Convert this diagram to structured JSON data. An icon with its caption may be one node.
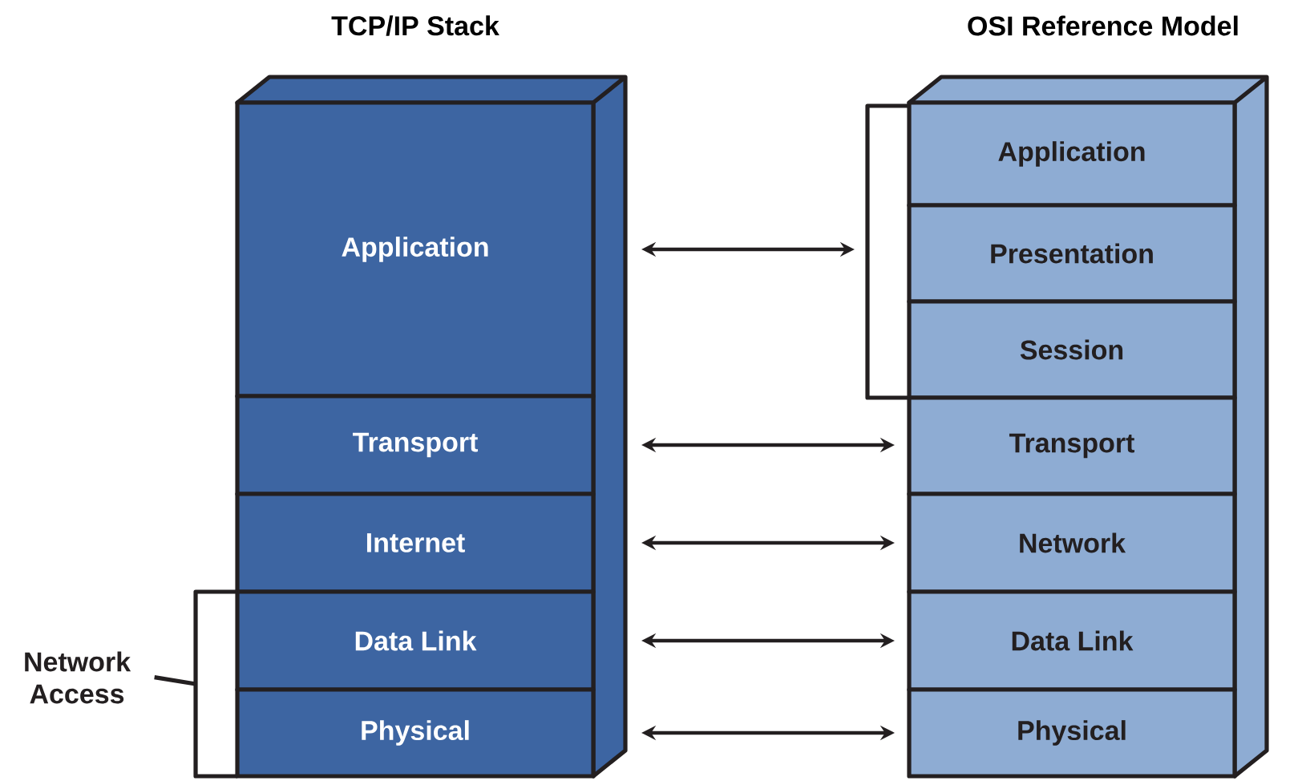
{
  "diagram": {
    "nodes": [
      {
        "text": [
          "Application"
        ]
      },
      {
        "text": [
          "Transport"
        ]
      },
      {
        "text": [
          "Internet"
        ]
      },
      {
        "text": [
          "Data Link"
        ]
      },
      {
        "text": [
          "Physical"
        ]
      },
      {
        "text": [
          "Application"
        ]
      },
      {
        "text": [
          "Presentation"
        ]
      },
      {
        "text": [
          "Session"
        ]
      },
      {
        "text": [
          "Transport"
        ]
      },
      {
        "text": [
          "Network"
        ]
      },
      {
        "text": [
          "Data Link"
        ]
      },
      {
        "text": [
          "Physical"
        ]
      },
      {
        "text": [],
        "shape": "bracket"
      },
      {
        "text": [
          "Network Access"
        ]
      },
      {
        "text": [],
        "shape": "bracket"
      }
    ],
    "edges": [
      {
        "from": 0,
        "to": 12,
        "arrow": "both"
      },
      {
        "from": 1,
        "to": 8,
        "arrow": "both"
      },
      {
        "from": 2,
        "to": 9,
        "arrow": "both"
      },
      {
        "from": 3,
        "to": 10,
        "arrow": "both"
      },
      {
        "from": 4,
        "to": 11,
        "arrow": "both"
      },
      {
        "from": 13,
        "to": 14,
        "arrow": "none"
      }
    ],
    "labels": [
      "TCP/IP Stack",
      "OSI Reference Model"
    ]
  }
}
